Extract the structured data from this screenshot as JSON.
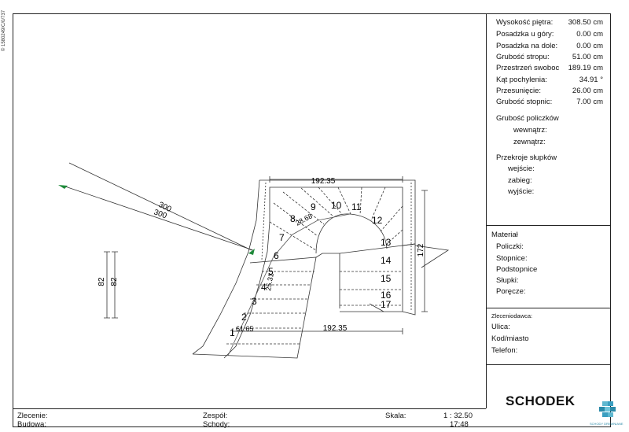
{
  "side_code": "© 1580249/C/0/737",
  "specs": {
    "height_label": "Wysokość piętra:",
    "height_value": "308.50 cm",
    "top_floor_label": "Posadzka u góry:",
    "top_floor_value": "0.00 cm",
    "bottom_floor_label": "Posadzka na dole:",
    "bottom_floor_value": "0.00 cm",
    "ceiling_label": "Grubość stropu:",
    "ceiling_value": "51.00 cm",
    "free_space_label": "Przestrzeń swoboc",
    "free_space_value": "189.19 cm",
    "angle_label": "Kąt pochylenia:",
    "angle_value": "34.91 °",
    "offset_label": "Przesunięcie:",
    "offset_value": "26.00 cm",
    "tread_label": "Grubość stopnic:",
    "tread_value": "7.00 cm",
    "stringer_label": "Grubość policzków",
    "inner_label": "wewnątrz:",
    "outer_label": "zewnątrz:",
    "posts_label": "Przekroje słupków",
    "entry_label": "wejście:",
    "turn_label": "zabieg:",
    "exit_label": "wyjście:"
  },
  "material": {
    "title": "Materiał",
    "stringers": "Policzki:",
    "treads": "Stopnice:",
    "risers": "Podstopnice",
    "posts": "Słupki:",
    "rails": "Poręcze:"
  },
  "client": {
    "title": "Zleceniodawca:",
    "street": "Ulica:",
    "city": "Kod/miasto",
    "phone": "Telefon:"
  },
  "brand": {
    "logo": "SCHODEK",
    "caption": "SCHODY DREWNIANE",
    "accent": "#2a8aa8"
  },
  "footer": {
    "order": "Zlecenie:",
    "building": "Budowa:",
    "team": "Zespół:",
    "stairs": "Schody:",
    "scale_label": "Skala:",
    "scale_value": "1 : 32.50",
    "time": "17:48"
  },
  "drawing": {
    "top_width": "192.35",
    "bottom_width": "192.35",
    "right_depth": "172",
    "left_dim_a": "82",
    "left_dim_b": "82",
    "rail_a": "300",
    "rail_b": "300",
    "small_dim_a": "28.68",
    "small_dim_b": "25.31",
    "small_dim_c": "61.65",
    "arrow_color": "#1f8a3a",
    "steps": [
      "1",
      "2",
      "3",
      "4",
      "5",
      "6",
      "7",
      "8",
      "9",
      "10",
      "11",
      "12",
      "13",
      "14",
      "15",
      "16",
      "17"
    ]
  }
}
